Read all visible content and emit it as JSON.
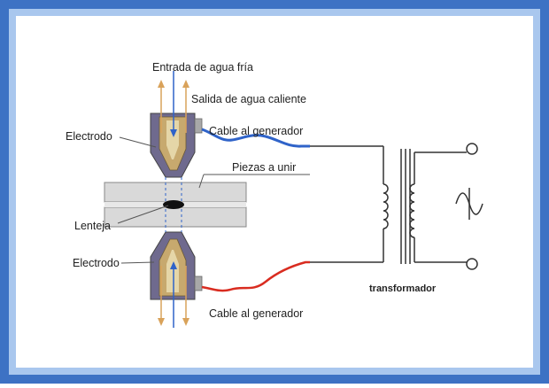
{
  "labels": {
    "cold_water_in": "Entrada de agua fría",
    "hot_water_out": "Salida de agua caliente",
    "electrode_top": "Electrodo",
    "cable_top": "Cable al generador",
    "workpieces": "Piezas a unir",
    "nugget": "Lenteja",
    "electrode_bottom": "Electrodo",
    "transformer": "transformador",
    "cable_bottom": "Cable al generador"
  },
  "colors": {
    "frame_outer": "#3d72c4",
    "frame_inner": "#a9c7ee",
    "electrode_body": "#6f6a8e",
    "electrode_tip": "#c7a96e",
    "workpiece": "#d9d9d9",
    "cold_water": "#2f63c9",
    "hot_water": "#d9a25a",
    "cable_top": "#2f63c9",
    "cable_bottom": "#d92c20",
    "wire": "#333333"
  },
  "icons": {
    "ac_source": "sine-wave-icon"
  }
}
